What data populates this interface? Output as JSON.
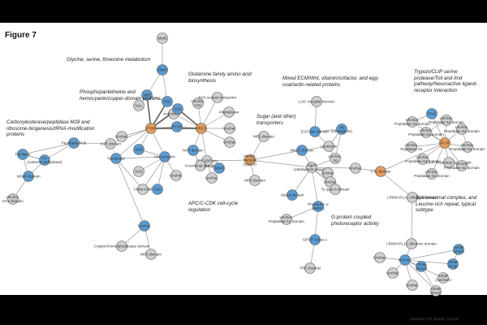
{
  "figure_title": "Figure 7",
  "colors": {
    "background": "#ffffff",
    "bars": "#000000",
    "edge": "#9a9a9a",
    "edge_strong": "#4d4d4d",
    "node_blue": "#5b9bd0",
    "node_grey": "#cfcfcf",
    "node_orange": "#e39a5c",
    "node_stroke": "#555555"
  },
  "cluster_labels": [
    {
      "id": "gly",
      "text": "Glycine, serine, threonine metabolism"
    },
    {
      "id": "gln",
      "text": "Glutamine family amino acid biosynthesis"
    },
    {
      "id": "pan",
      "text": "Phosphopantetheine and hemocyanin/copper-domain proteins"
    },
    {
      "id": "carb",
      "text": "Carboxylesterase/peptidase M28 and ribosome-biogenesis/tRNA-modification proteins"
    },
    {
      "id": "apc",
      "text": "APC/C-CDK cell-cycle regulation"
    },
    {
      "id": "sugar",
      "text": "Sugar (and other) transporters"
    },
    {
      "id": "ecm",
      "text": "Mixed ECM/Wnt, vitamin/cofactor, and egg-coat/actin-related proteins"
    },
    {
      "id": "gpcr",
      "text": "G-protein coupled photoreceptor activity"
    },
    {
      "id": "tryp",
      "text": "Trypsin/CLIP serine protease/Toll and Imd pathway/Neuroactive ligand-receptor interaction"
    },
    {
      "id": "splice",
      "text": "Spliceosomal complex, and Leucine-rich repeat, typical subtype"
    }
  ],
  "footer_snippet": "Leucine-rich repeat, typical",
  "nodes": [
    {
      "id": "MsrB",
      "label": "MsrB",
      "color": "grey"
    },
    {
      "id": "DNMT",
      "label": "DNMT",
      "color": "blue"
    },
    {
      "id": "AMT",
      "label": "AMT",
      "color": "blue"
    },
    {
      "id": "NAL",
      "label": "NAL",
      "color": "grey"
    },
    {
      "id": "FAD",
      "label": "FAD",
      "color": "blue"
    },
    {
      "id": "Oxido",
      "label": "oxidoreduc...",
      "color": "grey"
    },
    {
      "id": "AGS",
      "label": "AGS",
      "color": "blue"
    },
    {
      "id": "UnchASL",
      "label": "Unchar.; ASL",
      "color": "grey"
    },
    {
      "id": "SSS",
      "label": "SSS sodium symporter",
      "color": "grey"
    },
    {
      "id": "Allant",
      "label": "Allantoinase",
      "color": "grey"
    },
    {
      "id": "PTHP",
      "label": "PTHP",
      "color": "orange"
    },
    {
      "id": "PRCS",
      "label": "PRCS",
      "color": "orange"
    },
    {
      "id": "PYCR",
      "label": "PYCR",
      "color": "blue"
    },
    {
      "id": "UnchL1",
      "label": "Unchar.",
      "color": "grey"
    },
    {
      "id": "UnchL2",
      "label": "Unchar.",
      "color": "grey"
    },
    {
      "id": "UnchL3",
      "label": "Unchar.",
      "color": "grey"
    },
    {
      "id": "Peptidase",
      "label": "Peptidase M28",
      "color": "blue"
    },
    {
      "id": "Fibrillarin",
      "label": "Fibrillarin",
      "color": "blue"
    },
    {
      "id": "CA",
      "label": "CA (carbonic anhydrase)",
      "color": "blue"
    },
    {
      "id": "WD40L",
      "label": "WD40 domain",
      "color": "blue"
    },
    {
      "id": "UnchKCA",
      "label": "Unchar.; KCA domain",
      "color": "grey"
    },
    {
      "id": "ACR",
      "label": "ACR domain",
      "color": "grey"
    },
    {
      "id": "AMS",
      "label": "AMS",
      "color": "blue"
    },
    {
      "id": "Tyrosinase",
      "label": "Tyrosinase",
      "color": "blue"
    },
    {
      "id": "Hemocyanin",
      "label": "Hemocyanin",
      "color": "blue"
    },
    {
      "id": "SAD",
      "label": "SAD",
      "color": "grey"
    },
    {
      "id": "UnchM1",
      "label": "Unchar.",
      "color": "grey"
    },
    {
      "id": "ChitinCBD",
      "label": "Chitin-CBD",
      "color": "grey"
    },
    {
      "id": "FAD2",
      "label": "FAD",
      "color": "blue"
    },
    {
      "id": "MAT",
      "label": "MAT domain",
      "color": "blue"
    },
    {
      "id": "CDC20",
      "label": "CDC20/Fizzy",
      "color": "grey"
    },
    {
      "id": "Nterm",
      "label": "N-terminal domain",
      "color": "grey"
    },
    {
      "id": "WD40C",
      "label": "WD40",
      "color": "blue"
    },
    {
      "id": "UnchC1",
      "label": "Unchar.",
      "color": "grey"
    },
    {
      "id": "UnchCry",
      "label": "Unchar.",
      "color": "blue"
    },
    {
      "id": "Crypto",
      "label": "Cryptochrome/photolyase domain",
      "color": "grey"
    },
    {
      "id": "MFS1",
      "label": "MFS domain",
      "color": "grey"
    },
    {
      "id": "MFS2",
      "label": "MFS domain",
      "color": "grey"
    },
    {
      "id": "MFS3",
      "label": "MFS domain",
      "color": "grey"
    },
    {
      "id": "UnchLSD",
      "label": "Unchar.; Hemolin (LSD-1)",
      "color": "orange"
    },
    {
      "id": "L1C",
      "label": "L1/C receptor domain",
      "color": "grey"
    },
    {
      "id": "EGF",
      "label": "EGF-like domain",
      "color": "blue"
    },
    {
      "id": "Vg",
      "label": "Vg (vitellogenin)",
      "color": "blue"
    },
    {
      "id": "Lysozyme",
      "label": "Lysozyme",
      "color": "grey"
    },
    {
      "id": "WntE",
      "label": "Wnt-E domain",
      "color": "blue"
    },
    {
      "id": "UnchVg",
      "label": "Unchar.; Vg",
      "color": "grey"
    },
    {
      "id": "VgLR",
      "label": "VgLR (vitellogenin receptor)",
      "color": "grey"
    },
    {
      "id": "UnchE1",
      "label": "Unchar.",
      "color": "grey"
    },
    {
      "id": "UnchE2",
      "label": "Unchar.",
      "color": "grey"
    },
    {
      "id": "TyA",
      "label": "Ty type A domain",
      "color": "grey"
    },
    {
      "id": "Sterol",
      "label": "Sterol domain",
      "color": "blue"
    },
    {
      "id": "Phosducin",
      "label": "Phosducin-2 (ARR1)",
      "color": "blue"
    },
    {
      "id": "UnchPC1",
      "label": "Unchar.; Peptidase C1 domain",
      "color": "grey"
    },
    {
      "id": "GPCR",
      "label": "GPCR Class A",
      "color": "blue"
    },
    {
      "id": "TRP",
      "label": "TRP channel",
      "color": "grey"
    },
    {
      "id": "UnchMid",
      "label": "Unchar.",
      "color": "grey"
    },
    {
      "id": "CTL",
      "label": "CTL domain",
      "color": "orange"
    },
    {
      "id": "PPAF",
      "label": "PPAF",
      "color": "blue"
    },
    {
      "id": "UnchT1",
      "label": "Unchar.; Peptidase S1 domain",
      "color": "grey"
    },
    {
      "id": "UnchT2",
      "label": "Unchar.; Peptidase S1 domain",
      "color": "grey"
    },
    {
      "id": "UnchT3",
      "label": "Unchar.; Peptidase S1 domain",
      "color": "grey"
    },
    {
      "id": "UnchT4",
      "label": "Unchar.; Peptidase S1 domain",
      "color": "grey"
    },
    {
      "id": "UnchT5",
      "label": "Unchar.; Peptidase S1 domain",
      "color": "grey"
    },
    {
      "id": "UnchT6",
      "label": "Unchar.; Peptidase S1",
      "color": "grey"
    },
    {
      "id": "SPHLR",
      "label": "SP-HF",
      "color": "orange"
    },
    {
      "id": "UnchT7",
      "label": "Unchar.; Peptidase S1 domain",
      "color": "grey"
    },
    {
      "id": "UnchT8",
      "label": "Unchar.; Peptidase S1 domain",
      "color": "grey"
    },
    {
      "id": "CLIPSP",
      "label": "CLIP Peptidase S1 domain",
      "color": "grey"
    },
    {
      "id": "UnchT9",
      "label": "Unchar.; Peptidase S1 domain",
      "color": "grey"
    },
    {
      "id": "LRIM1",
      "label": "LRIM/APL1C dimerize domain",
      "color": "grey"
    },
    {
      "id": "LRIM2",
      "label": "LRIM/APL1C dimerize domain",
      "color": "grey"
    },
    {
      "id": "UnchS",
      "label": "Unchar.",
      "color": "blue"
    },
    {
      "id": "UnchS1",
      "label": "Unchar.",
      "color": "grey"
    },
    {
      "id": "UnchS2",
      "label": "Unchar.",
      "color": "grey"
    },
    {
      "id": "UnchS3",
      "label": "Unchar.",
      "color": "grey"
    },
    {
      "id": "LRIMshort1",
      "label": "LRIM (short)",
      "color": "blue"
    },
    {
      "id": "LRIMlong",
      "label": "LRIM (long)",
      "color": "blue"
    },
    {
      "id": "LRIMcoil",
      "label": "LRIM (coil-less)",
      "color": "grey"
    },
    {
      "id": "LRIMshort2",
      "label": "LRIM (short)",
      "color": "blue"
    },
    {
      "id": "LRIMshort3",
      "label": "LRIM (short)",
      "color": "grey"
    }
  ],
  "edges": [
    [
      "MsrB",
      "DNMT"
    ],
    [
      "DNMT",
      "AMT"
    ],
    [
      "DNMT",
      "FAD"
    ],
    [
      "AMT",
      "FAD"
    ],
    [
      "AMT",
      "NAL"
    ],
    [
      "AMT",
      "PTHP"
    ],
    [
      "FAD",
      "AGS"
    ],
    [
      "FAD",
      "PTHP"
    ],
    [
      "AGS",
      "PTHP"
    ],
    [
      "AGS",
      "PRCS"
    ],
    [
      "Oxido",
      "PRCS"
    ],
    [
      "UnchASL",
      "PRCS"
    ],
    [
      "SSS",
      "PRCS"
    ],
    [
      "Allant",
      "PRCS"
    ],
    [
      "PYCR",
      "PTHP"
    ],
    [
      "PYCR",
      "PRCS"
    ],
    [
      "PTHP",
      "PRCS"
    ],
    [
      "PRCS",
      "UnchL1"
    ],
    [
      "PRCS",
      "UnchL2"
    ],
    [
      "PTHP",
      "UnchL3"
    ],
    [
      "PTHP",
      "ACR"
    ],
    [
      "PTHP",
      "AMS"
    ],
    [
      "PTHP",
      "Hemocyanin"
    ],
    [
      "PTHP",
      "Tyrosinase"
    ],
    [
      "PRCS",
      "MAT"
    ],
    [
      "PRCS",
      "CDC20"
    ],
    [
      "MAT",
      "Nterm"
    ],
    [
      "CDC20",
      "WD40C"
    ],
    [
      "Nterm",
      "WD40C"
    ],
    [
      "CDC20",
      "UnchC1"
    ],
    [
      "AMS",
      "Hemocyanin"
    ],
    [
      "Hemocyanin",
      "Tyrosinase"
    ],
    [
      "Hemocyanin",
      "SAD"
    ],
    [
      "Hemocyanin",
      "UnchM1"
    ],
    [
      "Hemocyanin",
      "ChitinCBD"
    ],
    [
      "Hemocyanin",
      "FAD2"
    ],
    [
      "ChitinCBD",
      "FAD2"
    ],
    [
      "Tyrosinase",
      "ChitinCBD"
    ],
    [
      "ACR",
      "Peptidase"
    ],
    [
      "Peptidase",
      "Fibrillarin"
    ],
    [
      "Peptidase",
      "CA"
    ],
    [
      "Fibrillarin",
      "CA"
    ],
    [
      "CA",
      "WD40L"
    ],
    [
      "Fibrillarin",
      "WD40L"
    ],
    [
      "WD40L",
      "UnchKCA"
    ],
    [
      "Fibrillarin",
      "CA"
    ],
    [
      "Tyrosinase",
      "UnchCry"
    ],
    [
      "UnchCry",
      "Crypto"
    ],
    [
      "UnchCry",
      "MFS1"
    ],
    [
      "UnchLSD",
      "MFS2"
    ],
    [
      "UnchLSD",
      "MFS3"
    ],
    [
      "UnchLSD",
      "CDC20"
    ],
    [
      "UnchLSD",
      "VgLR"
    ],
    [
      "UnchLSD",
      "WntE"
    ],
    [
      "L1C",
      "EGF"
    ],
    [
      "EGF",
      "Lysozyme"
    ],
    [
      "EGF",
      "Vg"
    ],
    [
      "Vg",
      "Lysozyme"
    ],
    [
      "Lysozyme",
      "WntE"
    ],
    [
      "Lysozyme",
      "UnchVg"
    ],
    [
      "Vg",
      "UnchVg"
    ],
    [
      "WntE",
      "VgLR"
    ],
    [
      "UnchVg",
      "VgLR"
    ],
    [
      "VgLR",
      "UnchE1"
    ],
    [
      "VgLR",
      "UnchE2"
    ],
    [
      "VgLR",
      "TyA"
    ],
    [
      "VgLR",
      "Sterol"
    ],
    [
      "VgLR",
      "Phosducin"
    ],
    [
      "Phosducin",
      "UnchPC1"
    ],
    [
      "Phosducin",
      "GPCR"
    ],
    [
      "GPCR",
      "TRP"
    ],
    [
      "VgLR",
      "UnchMid"
    ],
    [
      "UnchMid",
      "CTL"
    ],
    [
      "CTL",
      "SPHLR"
    ],
    [
      "CTL",
      "LRIM1"
    ],
    [
      "SPHLR",
      "PPAF"
    ],
    [
      "SPHLR",
      "UnchT1"
    ],
    [
      "SPHLR",
      "UnchT2"
    ],
    [
      "SPHLR",
      "UnchT3"
    ],
    [
      "SPHLR",
      "UnchT4"
    ],
    [
      "SPHLR",
      "UnchT5"
    ],
    [
      "SPHLR",
      "UnchT6"
    ],
    [
      "SPHLR",
      "UnchT7"
    ],
    [
      "SPHLR",
      "UnchT8"
    ],
    [
      "SPHLR",
      "CLIPSP"
    ],
    [
      "SPHLR",
      "UnchT9"
    ],
    [
      "PPAF",
      "UnchT1"
    ],
    [
      "UnchT2",
      "UnchT3"
    ],
    [
      "UnchT4",
      "UnchT5"
    ],
    [
      "LRIM1",
      "LRIM2"
    ],
    [
      "LRIM2",
      "UnchS"
    ],
    [
      "UnchS",
      "UnchS1"
    ],
    [
      "UnchS",
      "UnchS2"
    ],
    [
      "UnchS",
      "UnchS3"
    ],
    [
      "UnchS",
      "LRIMshort1"
    ],
    [
      "UnchS",
      "LRIMlong"
    ],
    [
      "UnchS",
      "LRIMcoil"
    ],
    [
      "UnchS",
      "LRIMshort2"
    ],
    [
      "UnchS",
      "LRIMshort3"
    ],
    [
      "LRIMshort1",
      "LRIMlong"
    ],
    [
      "LRIMshort2",
      "LRIMshort3"
    ]
  ]
}
